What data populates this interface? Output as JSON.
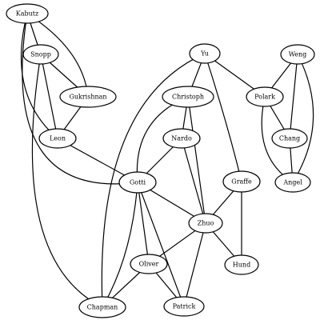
{
  "graph": {
    "nodes": [
      {
        "id": "kabutz",
        "label": "Kabutz"
      },
      {
        "id": "snopp",
        "label": "Snopp"
      },
      {
        "id": "gukrishnan",
        "label": "Gukrishnan"
      },
      {
        "id": "leon",
        "label": "Leon"
      },
      {
        "id": "yu",
        "label": "Yu"
      },
      {
        "id": "christoph",
        "label": "Christoph"
      },
      {
        "id": "nardo",
        "label": "Nardo"
      },
      {
        "id": "gotti",
        "label": "Gotti"
      },
      {
        "id": "graffe",
        "label": "Graffe"
      },
      {
        "id": "zhuo",
        "label": "Zhuo"
      },
      {
        "id": "hund",
        "label": "Hund"
      },
      {
        "id": "oliver",
        "label": "Oliver"
      },
      {
        "id": "chapman",
        "label": "Chapman"
      },
      {
        "id": "patrick",
        "label": "Patrick"
      },
      {
        "id": "weng",
        "label": "Weng"
      },
      {
        "id": "polark",
        "label": "Polark"
      },
      {
        "id": "chang",
        "label": "Chang"
      },
      {
        "id": "angel",
        "label": "Angel"
      }
    ],
    "edges": [
      [
        "kabutz",
        "snopp"
      ],
      [
        "kabutz",
        "gukrishnan"
      ],
      [
        "kabutz",
        "leon"
      ],
      [
        "kabutz",
        "gotti"
      ],
      [
        "snopp",
        "gukrishnan"
      ],
      [
        "snopp",
        "leon"
      ],
      [
        "snopp",
        "chapman"
      ],
      [
        "gukrishnan",
        "leon"
      ],
      [
        "leon",
        "gotti"
      ],
      [
        "yu",
        "christoph"
      ],
      [
        "yu",
        "polark"
      ],
      [
        "yu",
        "graffe"
      ],
      [
        "yu",
        "chapman"
      ],
      [
        "christoph",
        "nardo"
      ],
      [
        "christoph",
        "gotti"
      ],
      [
        "christoph",
        "zhuo"
      ],
      [
        "nardo",
        "gotti"
      ],
      [
        "nardo",
        "zhuo"
      ],
      [
        "gotti",
        "zhuo"
      ],
      [
        "gotti",
        "oliver"
      ],
      [
        "gotti",
        "chapman"
      ],
      [
        "gotti",
        "patrick"
      ],
      [
        "graffe",
        "zhuo"
      ],
      [
        "graffe",
        "hund"
      ],
      [
        "zhuo",
        "hund"
      ],
      [
        "zhuo",
        "oliver"
      ],
      [
        "zhuo",
        "patrick"
      ],
      [
        "oliver",
        "chapman"
      ],
      [
        "oliver",
        "patrick"
      ],
      [
        "weng",
        "polark"
      ],
      [
        "weng",
        "chang"
      ],
      [
        "weng",
        "angel"
      ],
      [
        "polark",
        "chang"
      ],
      [
        "polark",
        "angel"
      ],
      [
        "chang",
        "angel"
      ]
    ]
  }
}
